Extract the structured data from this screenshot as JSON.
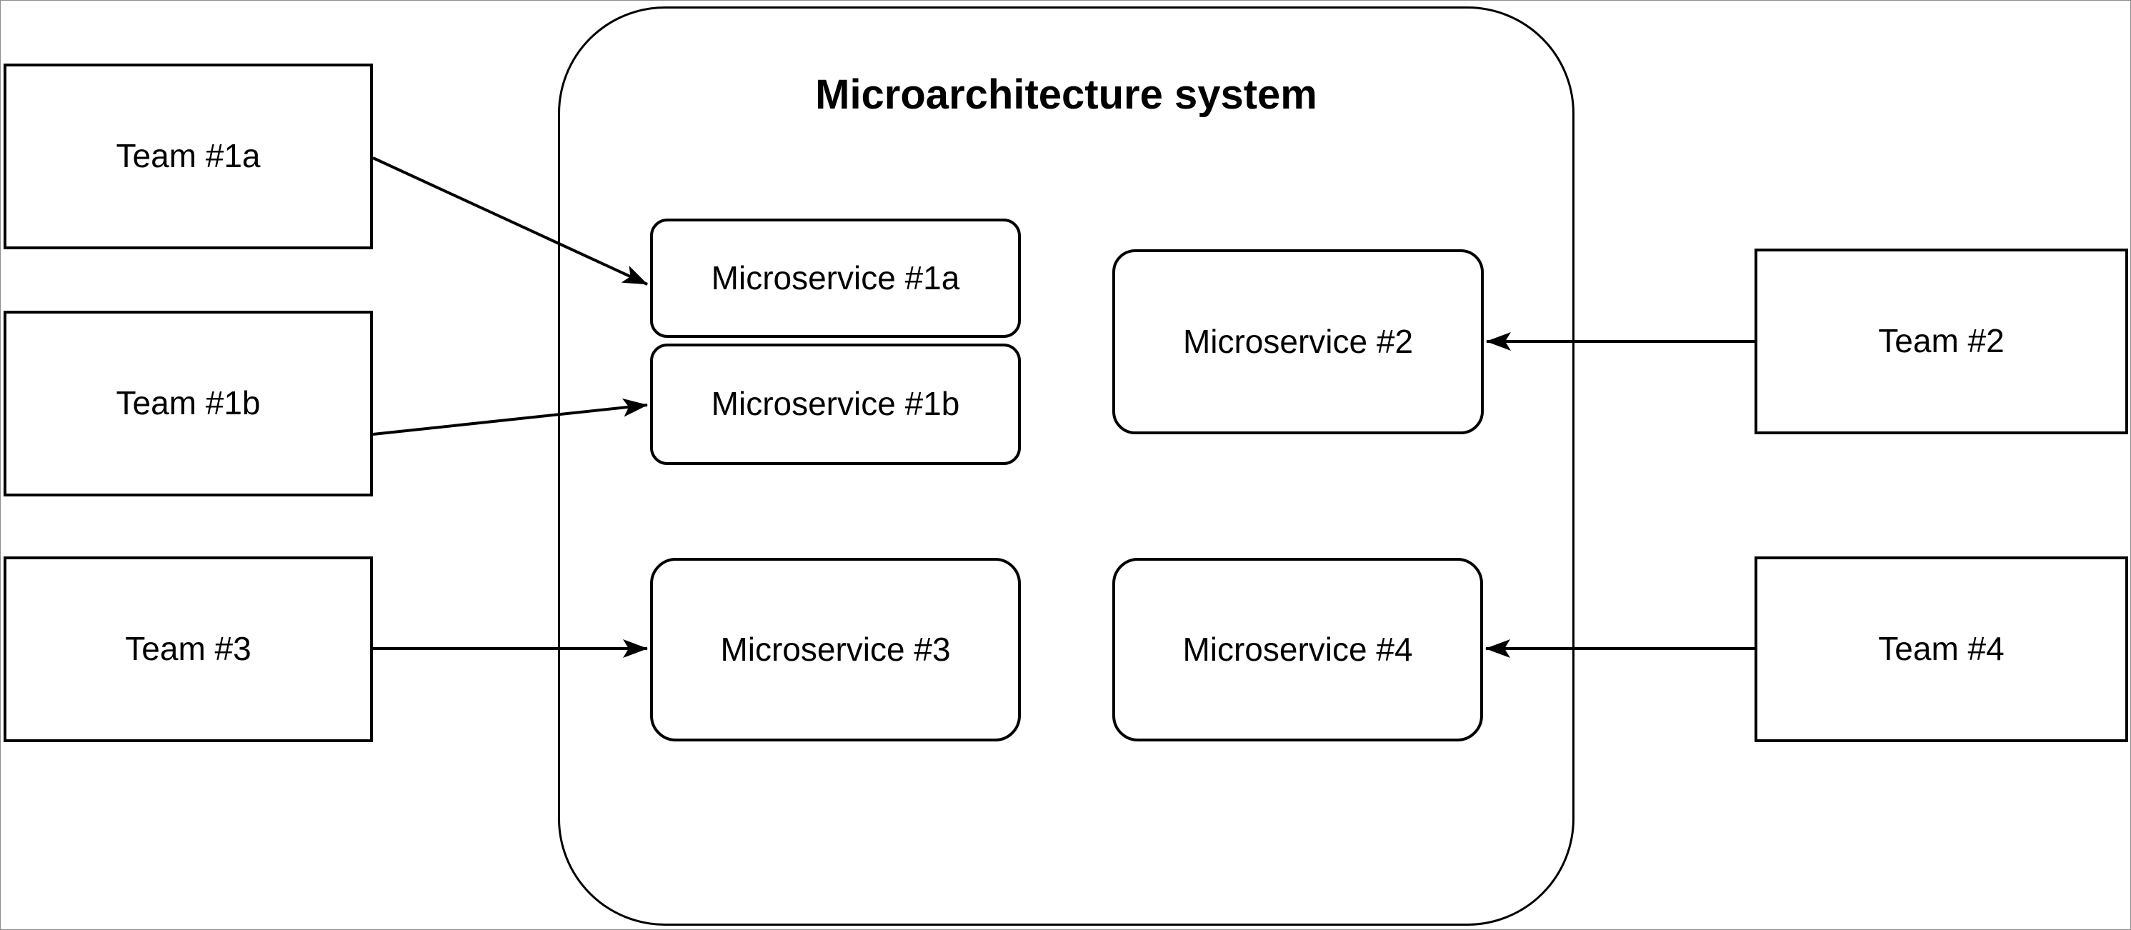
{
  "diagram": {
    "system": {
      "title": "Microarchitecture system"
    },
    "teams": {
      "t1a": {
        "label": "Team #1a"
      },
      "t1b": {
        "label": "Team #1b"
      },
      "t2": {
        "label": "Team #2"
      },
      "t3": {
        "label": "Team #3"
      },
      "t4": {
        "label": "Team #4"
      }
    },
    "microservices": {
      "ms1a": {
        "label": "Microservice #1a"
      },
      "ms1b": {
        "label": "Microservice #1b"
      },
      "ms2": {
        "label": "Microservice #2"
      },
      "ms3": {
        "label": "Microservice #3"
      },
      "ms4": {
        "label": "Microservice #4"
      }
    },
    "connections": [
      {
        "from": "Team #1a",
        "to": "Microservice #1a",
        "direction": "left-to-right"
      },
      {
        "from": "Team #1b",
        "to": "Microservice #1b",
        "direction": "left-to-right"
      },
      {
        "from": "Team #3",
        "to": "Microservice #3",
        "direction": "left-to-right"
      },
      {
        "from": "Team #2",
        "to": "Microservice #2",
        "direction": "right-to-left"
      },
      {
        "from": "Team #4",
        "to": "Microservice #4",
        "direction": "right-to-left"
      }
    ],
    "colors": {
      "node_stroke": "#000000",
      "node_fill": "#ffffff",
      "text": "#000000",
      "frame_border": "#8c8c8c",
      "background": "#ffffff"
    }
  }
}
